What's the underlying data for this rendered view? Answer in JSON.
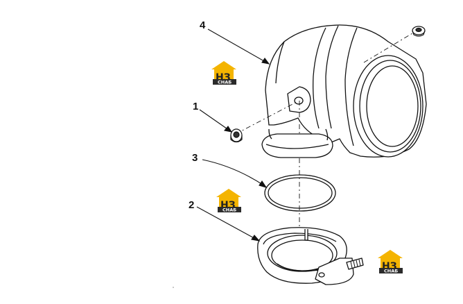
{
  "callouts": [
    {
      "id": "callout-4",
      "label": "4"
    },
    {
      "id": "callout-1",
      "label": "1"
    },
    {
      "id": "callout-3",
      "label": "3"
    },
    {
      "id": "callout-2",
      "label": "2"
    }
  ],
  "watermark": {
    "mark": "НЗ",
    "sub": "СНАБ",
    "colors": {
      "roof": "#f4b400",
      "plate": "#2b2b2b",
      "text": "#ffffff"
    }
  },
  "colors": {
    "line": "#111111"
  }
}
